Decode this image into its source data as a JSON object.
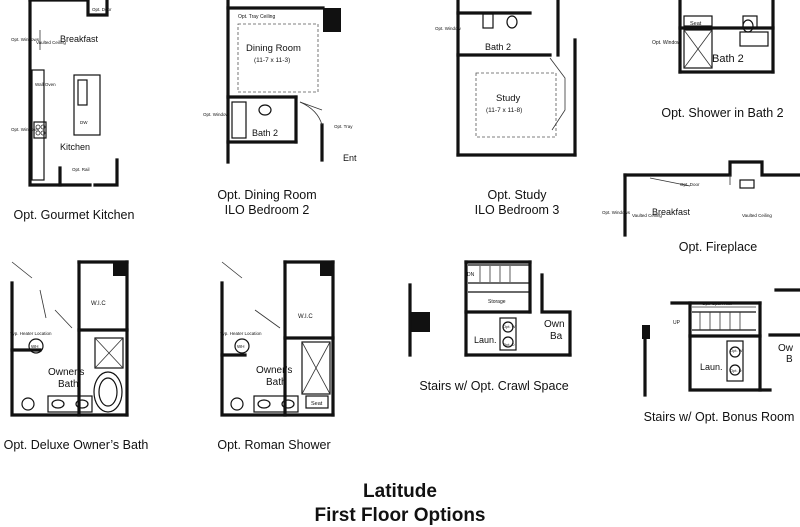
{
  "captions": {
    "gourmet_kitchen": "Opt. Gourmet Kitchen",
    "dining_line1": "Opt. Dining Room",
    "dining_line2": "ILO Bedroom 2",
    "study_line1": "Opt. Study",
    "study_line2": "ILO Bedroom 3",
    "shower_bath2": "Opt. Shower in Bath 2",
    "fireplace": "Opt. Fireplace",
    "deluxe_bath": "Opt. Deluxe Owner’s Bath",
    "roman_shower": "Opt. Roman Shower",
    "crawl_space": "Stairs w/ Opt. Crawl Space",
    "bonus_room": "Stairs w/ Opt. Bonus Room"
  },
  "title": {
    "line1": "Latitude",
    "line2": "First Floor Options"
  },
  "labels": {
    "opt_door": "Opt. Door",
    "opt_windows": "Opt. Windows",
    "vaulted_ceiling": "Vaulted Ceiling",
    "breakfast": "Breakfast",
    "wall_oven": "Wall Oven",
    "dw": "DW",
    "kitchen": "Kitchen",
    "opt_rail": "Opt. Rail",
    "opt_tray_ceiling": "Opt. Tray Ceiling",
    "dining_room": "Dining Room",
    "dining_dims": "(11-7 x 11-3)",
    "opt_window": "Opt. Window",
    "bath_2": "Bath 2",
    "opt_tray": "Opt. Tray",
    "ent": "Ent",
    "study": "Study",
    "study_dims": "(11-7 x 11-8)",
    "seat": "Seat",
    "wic": "W.I.C",
    "typ_heater_location": "Typ. Heater Location",
    "wh": "WH",
    "owners_bath_1": "Owner's",
    "owners_bath_2": "Bath",
    "dn": "DN",
    "storage": "Storage",
    "opt_w": "Opt. W",
    "opt_d": "Opt. D",
    "laun": "Laun.",
    "owners_partial_1": "Own",
    "owners_partial_2": "Ba",
    "up": "UP",
    "opt_open_rail": "Opt. Open Rail",
    "owners_partial_3": "Ow",
    "owners_partial_4": "B"
  }
}
